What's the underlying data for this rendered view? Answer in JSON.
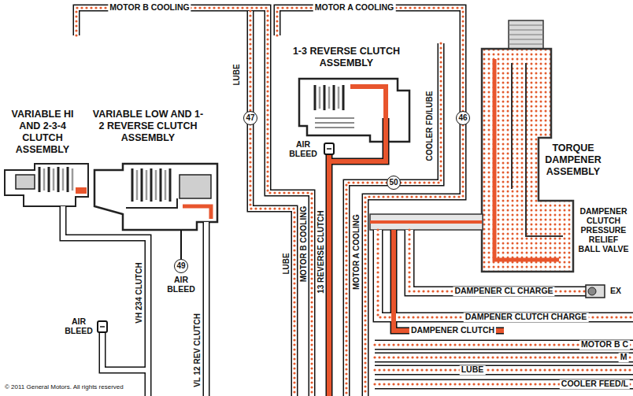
{
  "diagram": {
    "nodes": [
      {
        "text": [
          "1-3 REVERSE CLUTCH ASSEMBLY"
        ]
      },
      {
        "text": [
          "VARIABLE HI AND 2-3-4 CLUTCH ASSEMBLY"
        ]
      },
      {
        "text": [
          "VARIABLE LOW AND 1-2 REVERSE CLUTCH ASSEMBLY"
        ]
      },
      {
        "text": [
          "47"
        ]
      },
      {
        "text": [
          "46"
        ]
      },
      {
        "text": [
          "TORQUE DAMPENER ASSEMBLY"
        ]
      },
      {
        "text": [
          "50"
        ]
      },
      {
        "text": [
          "DAMPENER CLUTCH PRESSURE RELIEF BALL VALVE"
        ]
      },
      {
        "text": [
          "49"
        ]
      }
    ],
    "edges": [
      {
        "from": 2,
        "to": 8,
        "arrow": "none"
      }
    ],
    "labels": [
      "MOTOR B COOLING",
      "MOTOR A COOLING",
      "LUBE",
      "COOLER FD/LUBE",
      "AIR BLEED",
      "13 REVERSE CLUTCH",
      "MOTOR B COOLING",
      "MOTOR A COOLING",
      "LUBE",
      "DAMPENER CL CHARGE",
      "EX",
      "AIR BLEED",
      "VH 234 CLUTCH",
      "VL 12 REV CLUTCH",
      "AIR BLEED",
      "DAMPENER CLUTCH CHARGE",
      "DAMPENER CLUTCH",
      "MOTOR B C",
      "M",
      "LUBE",
      "COOLER FEED/L",
      "© 2011 General Motors. All rights reserved"
    ]
  }
}
